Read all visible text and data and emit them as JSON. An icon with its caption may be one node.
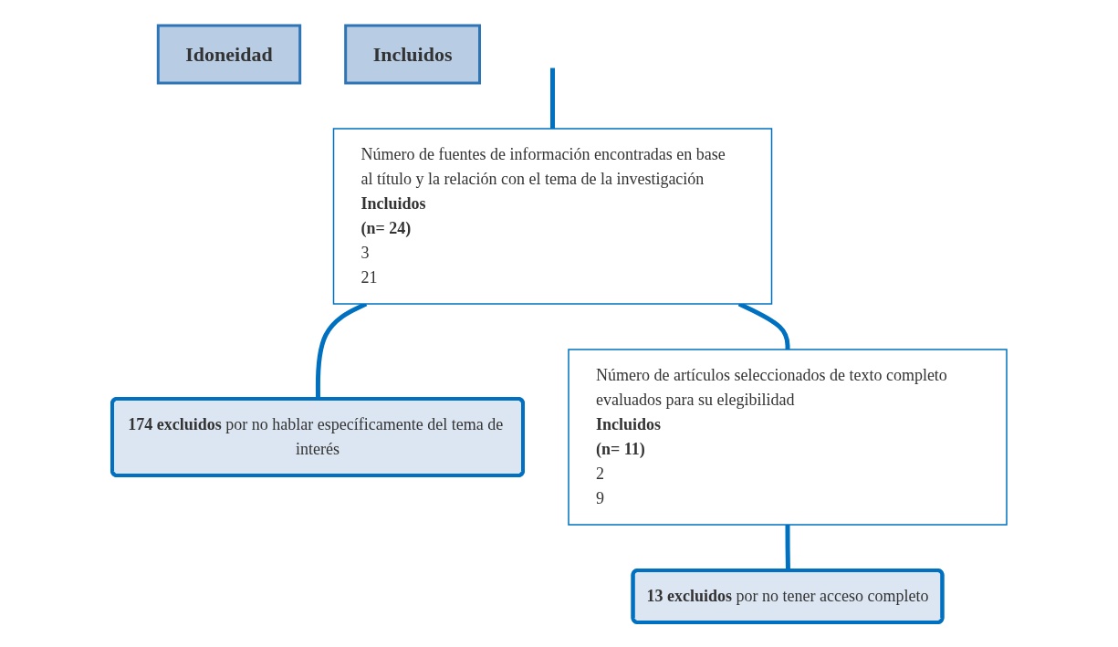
{
  "diagram": {
    "nodes": [
      {
        "text": [
          "Idoneidad"
        ]
      },
      {
        "text": [
          "Número de fuentes de información encontradas en base al título y la relación con el tema de la investigación",
          "Incluidos",
          "(n= 24)",
          "3",
          "21"
        ]
      },
      {
        "text": [
          "**174 excluidos** por no hablar específicamente del tema de interés"
        ]
      },
      {
        "text": [
          "Incluidos"
        ]
      },
      {
        "text": [
          "Número de artículos seleccionados de texto completo evaluados para su elegibilidad",
          "Incluidos",
          "(n= 11)",
          "2",
          "9"
        ]
      },
      {
        "text": [
          "**13 excluidos** por no tener acceso completo"
        ]
      }
    ],
    "edges": [
      {
        "from": null,
        "to": 1,
        "arrow": "none"
      },
      {
        "from": 1,
        "to": 2,
        "arrow": "none"
      },
      {
        "from": 1,
        "to": 4,
        "arrow": "none"
      },
      {
        "from": 4,
        "to": 5,
        "arrow": "none"
      }
    ]
  }
}
